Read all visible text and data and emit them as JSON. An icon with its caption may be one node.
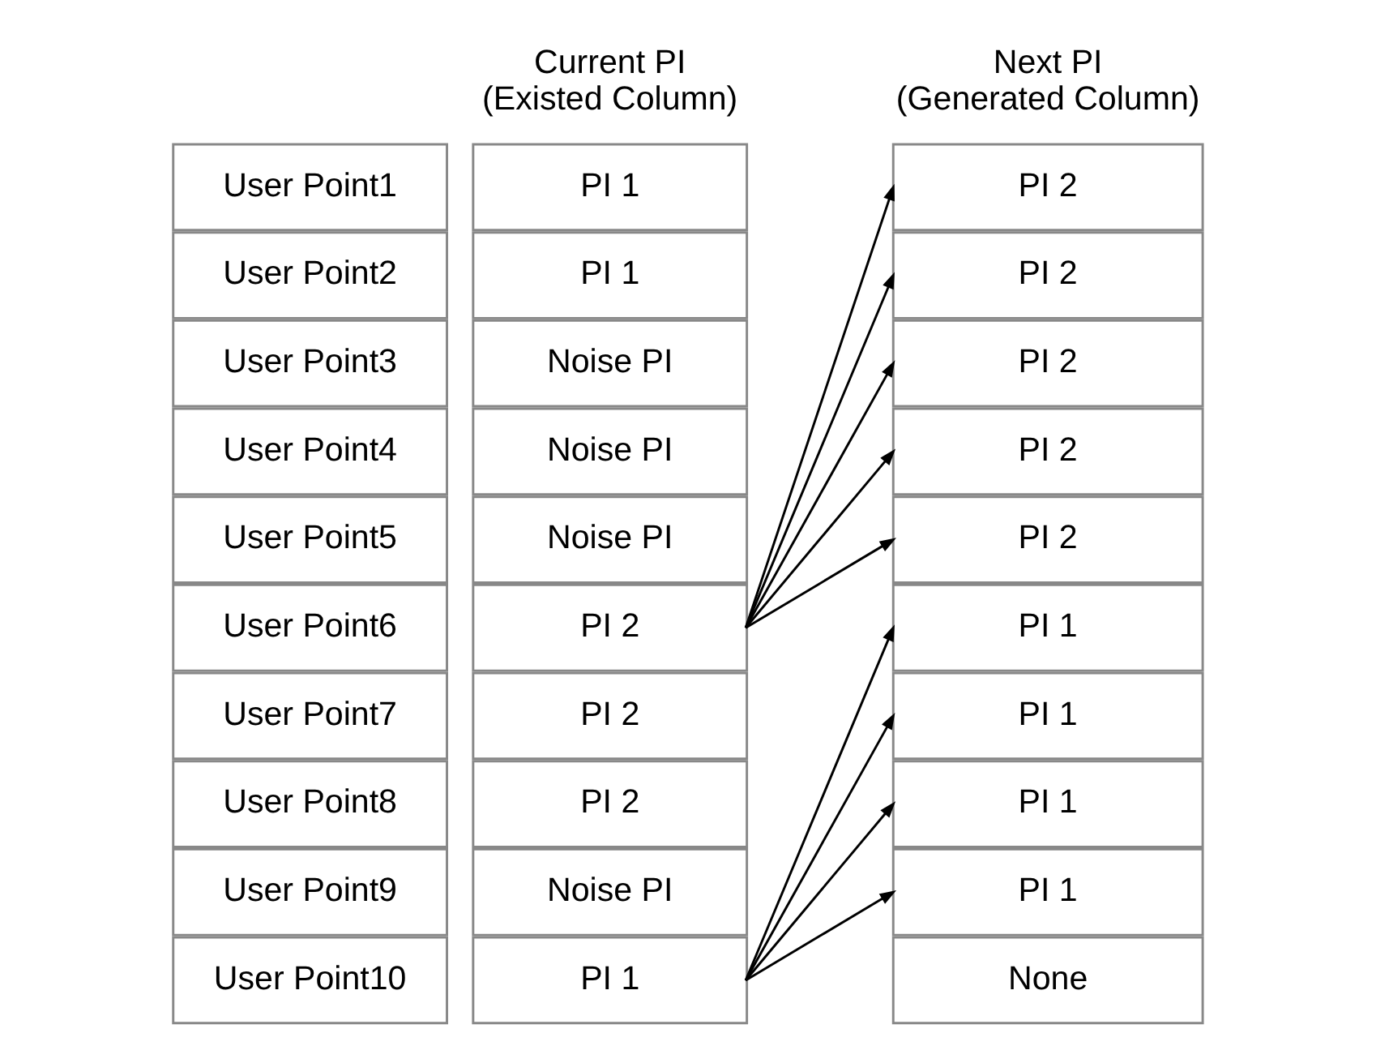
{
  "diagram": {
    "nodes": [
      {
        "text": [
          "User Point1"
        ]
      },
      {
        "text": [
          "PI 1"
        ]
      },
      {
        "text": [
          "User Point2"
        ]
      },
      {
        "text": [
          "PI 1"
        ]
      },
      {
        "text": [
          "User Point3"
        ]
      },
      {
        "text": [
          "Noise PI"
        ]
      },
      {
        "text": [
          "User Point4"
        ]
      },
      {
        "text": [
          "Noise PI"
        ]
      },
      {
        "text": [
          "User Point5"
        ]
      },
      {
        "text": [
          "Noise PI"
        ]
      },
      {
        "text": [
          "User Point6"
        ]
      },
      {
        "text": [
          "PI 2"
        ]
      },
      {
        "text": [
          "User Point7"
        ]
      },
      {
        "text": [
          "PI 2"
        ]
      },
      {
        "text": [
          "User Point8"
        ]
      },
      {
        "text": [
          "PI 2"
        ]
      },
      {
        "text": [
          "User Point9"
        ]
      },
      {
        "text": [
          "Noise PI"
        ]
      },
      {
        "text": [
          "User Point10"
        ]
      },
      {
        "text": [
          "PI 1"
        ]
      },
      {
        "text": [
          "PI 2"
        ]
      },
      {
        "text": [
          "PI 2"
        ]
      },
      {
        "text": [
          "PI 2"
        ]
      },
      {
        "text": [
          "PI 2"
        ]
      },
      {
        "text": [
          "PI 2"
        ]
      },
      {
        "text": [
          "PI 1"
        ]
      },
      {
        "text": [
          "PI 1"
        ]
      },
      {
        "text": [
          "PI 1"
        ]
      },
      {
        "text": [
          "PI 1"
        ]
      },
      {
        "text": [
          "None"
        ]
      }
    ],
    "edges": [
      {
        "from": 11,
        "to": 20,
        "arrow": "to"
      },
      {
        "from": 11,
        "to": 21,
        "arrow": "to"
      },
      {
        "from": 11,
        "to": 22,
        "arrow": "to"
      },
      {
        "from": 11,
        "to": 23,
        "arrow": "to"
      },
      {
        "from": 11,
        "to": 24,
        "arrow": "to"
      },
      {
        "from": 19,
        "to": 25,
        "arrow": "to"
      },
      {
        "from": 19,
        "to": 26,
        "arrow": "to"
      },
      {
        "from": 19,
        "to": 27,
        "arrow": "to"
      },
      {
        "from": 19,
        "to": 28,
        "arrow": "to"
      }
    ],
    "labels": [
      "Current PI (Existed Column)",
      "Next PI (Generated Column)"
    ]
  }
}
